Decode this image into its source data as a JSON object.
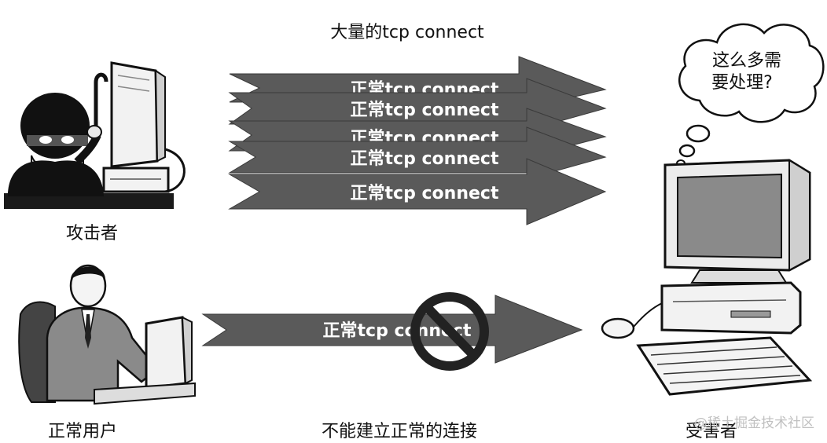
{
  "title": "大量的tcp connect",
  "arrow_label": "正常tcp connect",
  "attacker_label": "攻击者",
  "normal_user_label": "正常用户",
  "victim_label": "受害者",
  "blocked_caption": "不能建立正常的连接",
  "thought_line1": "这么多需",
  "thought_line2": "要处理?",
  "watermark": "@稀土掘金技术社区",
  "colors": {
    "arrow_fill": "#5a5a5a",
    "arrow_text": "#ffffff",
    "ink": "#111111",
    "background": "#ffffff"
  }
}
